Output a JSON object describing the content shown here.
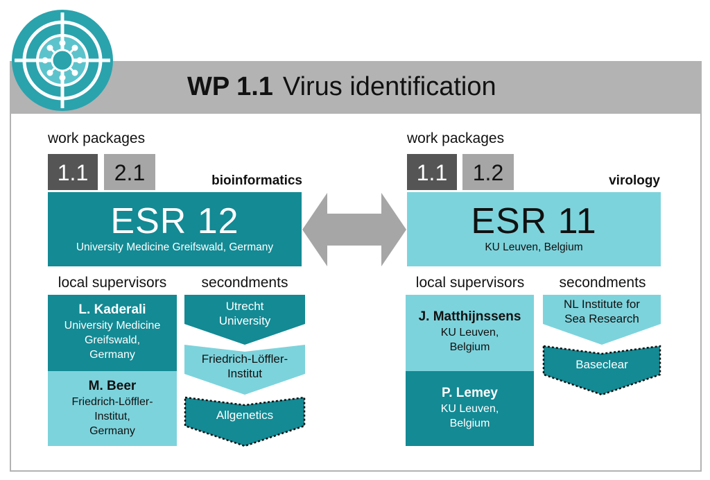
{
  "header": {
    "wp_number": "WP 1.1",
    "wp_title": "Virus identification"
  },
  "colors": {
    "teal_dark": "#138a94",
    "teal_light": "#7dd3dc",
    "grey_dark": "#555555",
    "grey_light": "#a6a6a6",
    "header_grey": "#b3b3b3"
  },
  "left": {
    "work_packages_label": "work packages",
    "work_packages": [
      "1.1",
      "2.1"
    ],
    "field": "bioinformatics",
    "esr": {
      "title": "ESR 12",
      "institution": "University Medicine Greifswald, Germany"
    },
    "supervisors_label": "local supervisors",
    "supervisors": [
      {
        "name": "L. Kaderali",
        "affiliation_lines": [
          "University Medicine",
          "Greifswald,",
          "Germany"
        ]
      },
      {
        "name": "M. Beer",
        "affiliation_lines": [
          "Friedrich-Löffler-",
          "Institut,",
          "Germany"
        ]
      }
    ],
    "secondments_label": "secondments",
    "secondments": [
      {
        "lines": [
          "Utrecht",
          "University"
        ],
        "style": "dark"
      },
      {
        "lines": [
          "Friedrich-Löffler-",
          "Institut"
        ],
        "style": "light"
      },
      {
        "lines": [
          "Allgenetics"
        ],
        "style": "dashed"
      }
    ]
  },
  "right": {
    "work_packages_label": "work packages",
    "work_packages": [
      "1.1",
      "1.2"
    ],
    "field": "virology",
    "esr": {
      "title": "ESR 11",
      "institution": "KU Leuven, Belgium"
    },
    "supervisors_label": "local supervisors",
    "supervisors": [
      {
        "name": "J. Matthijnssens",
        "affiliation_lines": [
          "KU Leuven,",
          "Belgium"
        ]
      },
      {
        "name": "P. Lemey",
        "affiliation_lines": [
          "KU Leuven,",
          "Belgium"
        ]
      }
    ],
    "secondments_label": "secondments",
    "secondments": [
      {
        "lines": [
          "NL Institute for",
          "Sea Research"
        ],
        "style": "light"
      },
      {
        "lines": [
          "Baseclear"
        ],
        "style": "dashed"
      }
    ]
  },
  "icons": {
    "logo": "virus-target-icon",
    "link": "double-arrow-icon"
  }
}
